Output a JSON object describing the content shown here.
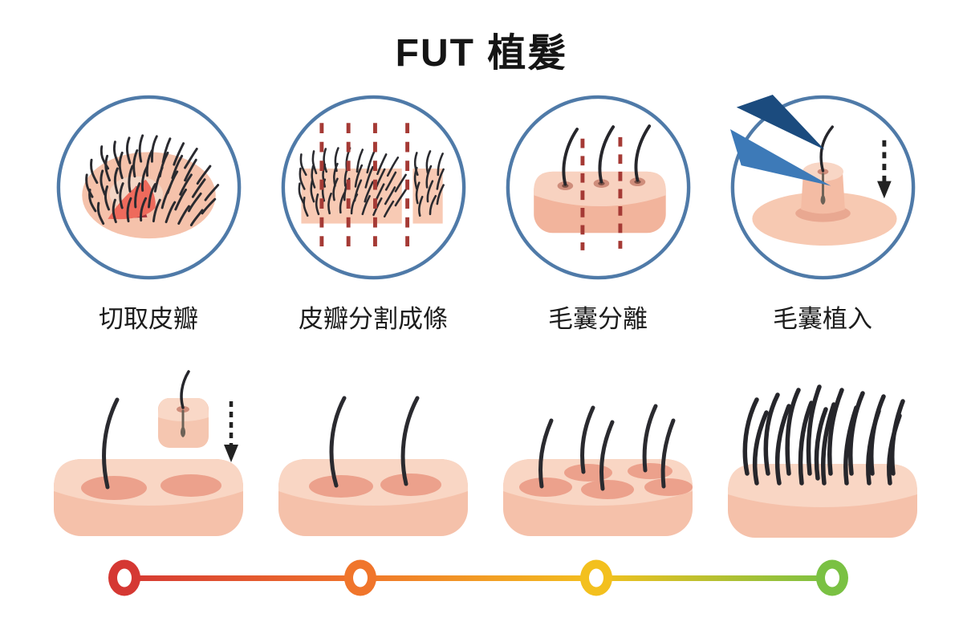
{
  "title": "FUT 植髮",
  "steps": [
    {
      "label": "切取皮瓣",
      "illustration": "scalp-flap-excision"
    },
    {
      "label": "皮瓣分割成條",
      "illustration": "flap-divided-into-strips"
    },
    {
      "label": "毛囊分離",
      "illustration": "follicle-separation"
    },
    {
      "label": "毛囊植入",
      "illustration": "follicle-implantation"
    }
  ],
  "result_sequence": [
    {
      "illustration": "graft-inserted-into-scalp"
    },
    {
      "illustration": "two-implanted-hairs"
    },
    {
      "illustration": "five-implanted-hairs"
    },
    {
      "illustration": "full-hair-growth"
    }
  ],
  "timeline": {
    "nodes": [
      {
        "color": "#d53833"
      },
      {
        "color": "#f0752b"
      },
      {
        "color": "#f3c01e"
      },
      {
        "color": "#7ac143"
      }
    ],
    "gradient": [
      "#d53833",
      "#f0752b",
      "#f3c01e",
      "#7ac143"
    ]
  },
  "palette": {
    "circle_border": "#4f7aa8",
    "skin": "#f5c2ab",
    "skin_light": "#f9d6c4",
    "hole": "#ec9f8a",
    "hair": "#2a2a2f",
    "incision_dash": "#a53a35",
    "flap_red": "#ee6a5c",
    "flap_dark": "#a2323c",
    "tweezers_dark": "#1b4b7e",
    "tweezers_light": "#3d7ab8",
    "arrow": "#222222"
  }
}
